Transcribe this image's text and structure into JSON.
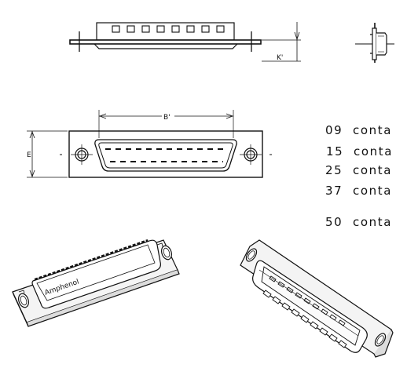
{
  "labels": {
    "dim_b": "B'",
    "dim_e": "E",
    "dim_k": "K'"
  },
  "brand": "Amphenol",
  "contact_list": [
    "09  conta",
    "15  conta",
    "25  conta",
    "37  conta",
    "50  conta"
  ],
  "colors": {
    "line": "#111111",
    "background": "#ffffff",
    "shell_fill": "#f4f4f4"
  }
}
